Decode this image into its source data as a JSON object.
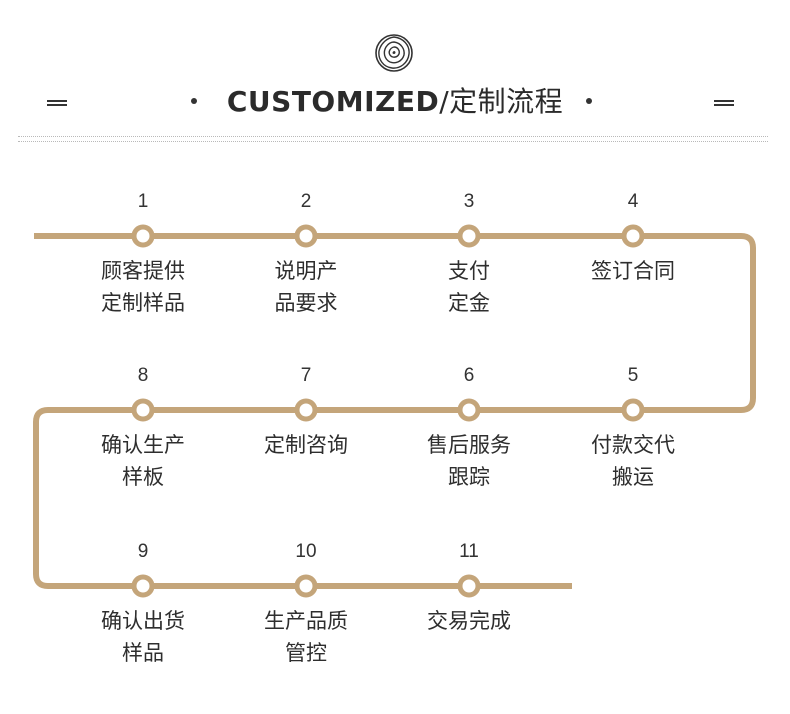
{
  "header": {
    "title_en": "CUSTOMIZED",
    "title_zh": "/定制流程"
  },
  "colors": {
    "track": "#c4a57a",
    "node_fill": "#ffffff",
    "text": "#2e2e2e"
  },
  "icons": [
    "rose-logo-icon",
    "double-bar-icon",
    "bullet-dot-icon"
  ],
  "steps": [
    {
      "num": "1",
      "label": "顾客提供\n定制样品"
    },
    {
      "num": "2",
      "label": "说明产\n品要求"
    },
    {
      "num": "3",
      "label": "支付\n定金"
    },
    {
      "num": "4",
      "label": "签订合同"
    },
    {
      "num": "5",
      "label": "付款交代\n搬运"
    },
    {
      "num": "6",
      "label": "售后服务\n跟踪"
    },
    {
      "num": "7",
      "label": "定制咨询"
    },
    {
      "num": "8",
      "label": "确认生产\n样板"
    },
    {
      "num": "9",
      "label": "确认出货\n样品"
    },
    {
      "num": "10",
      "label": "生产品质\n管控"
    },
    {
      "num": "11",
      "label": "交易完成"
    }
  ]
}
